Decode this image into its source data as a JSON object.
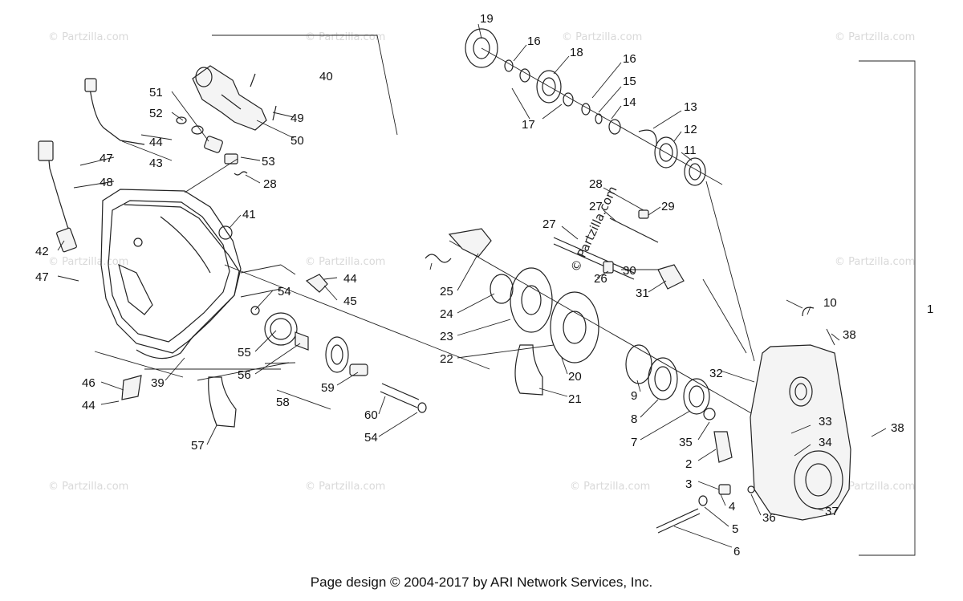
{
  "footer": "Page design © 2004-2017 by ARI Network Services, Inc.",
  "watermark": "© Partzilla.com",
  "callouts": [
    "1",
    "2",
    "3",
    "4",
    "5",
    "6",
    "7",
    "8",
    "9",
    "10",
    "11",
    "12",
    "13",
    "14",
    "15",
    "16",
    "16",
    "17",
    "18",
    "19",
    "20",
    "21",
    "22",
    "23",
    "24",
    "25",
    "26",
    "27",
    "27",
    "28",
    "28",
    "29",
    "30",
    "31",
    "32",
    "33",
    "34",
    "35",
    "36",
    "37",
    "38",
    "38",
    "39",
    "40",
    "41",
    "42",
    "43",
    "44",
    "44",
    "44",
    "45",
    "46",
    "47",
    "47",
    "48",
    "49",
    "50",
    "51",
    "52",
    "53",
    "54",
    "54",
    "55",
    "56",
    "57",
    "58",
    "59",
    "60"
  ]
}
